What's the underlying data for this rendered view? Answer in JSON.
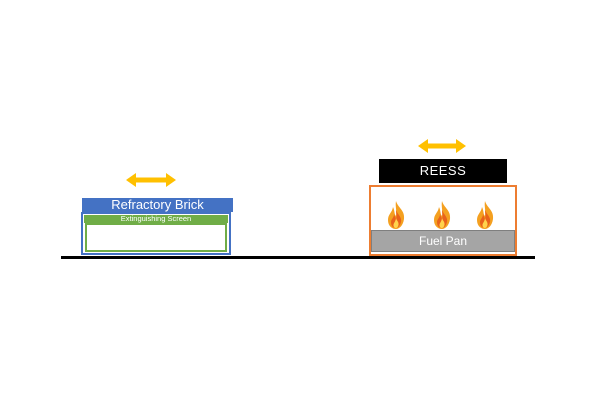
{
  "colors": {
    "brick": "#4472C4",
    "screen": "#70AD47",
    "arrow": "#FFC000",
    "enclosure": "#ED7D31",
    "reess_fill": "#000000",
    "fuel_pan": "#A5A5A5",
    "ground": "#000000"
  },
  "icons": {
    "move_arrow": "double-headed-arrow-icon",
    "flame": "flame-icon"
  },
  "left": {
    "brick_label": "Refractory Brick",
    "screen_label": "Extinguishing Screen"
  },
  "right": {
    "reess_label": "REESS",
    "fuel_pan_label": "Fuel Pan",
    "flame_count": 3
  }
}
